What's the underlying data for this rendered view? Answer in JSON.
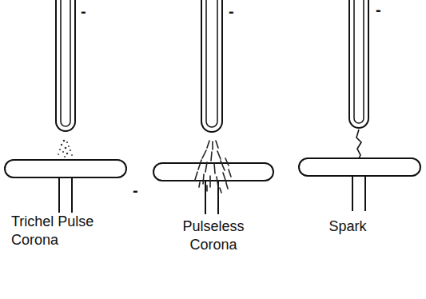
{
  "diagram": {
    "labels": [
      "Trichel Pulse Corona",
      "Pulseless Corona",
      "Spark",
      "-",
      "-",
      "-",
      "-"
    ]
  }
}
